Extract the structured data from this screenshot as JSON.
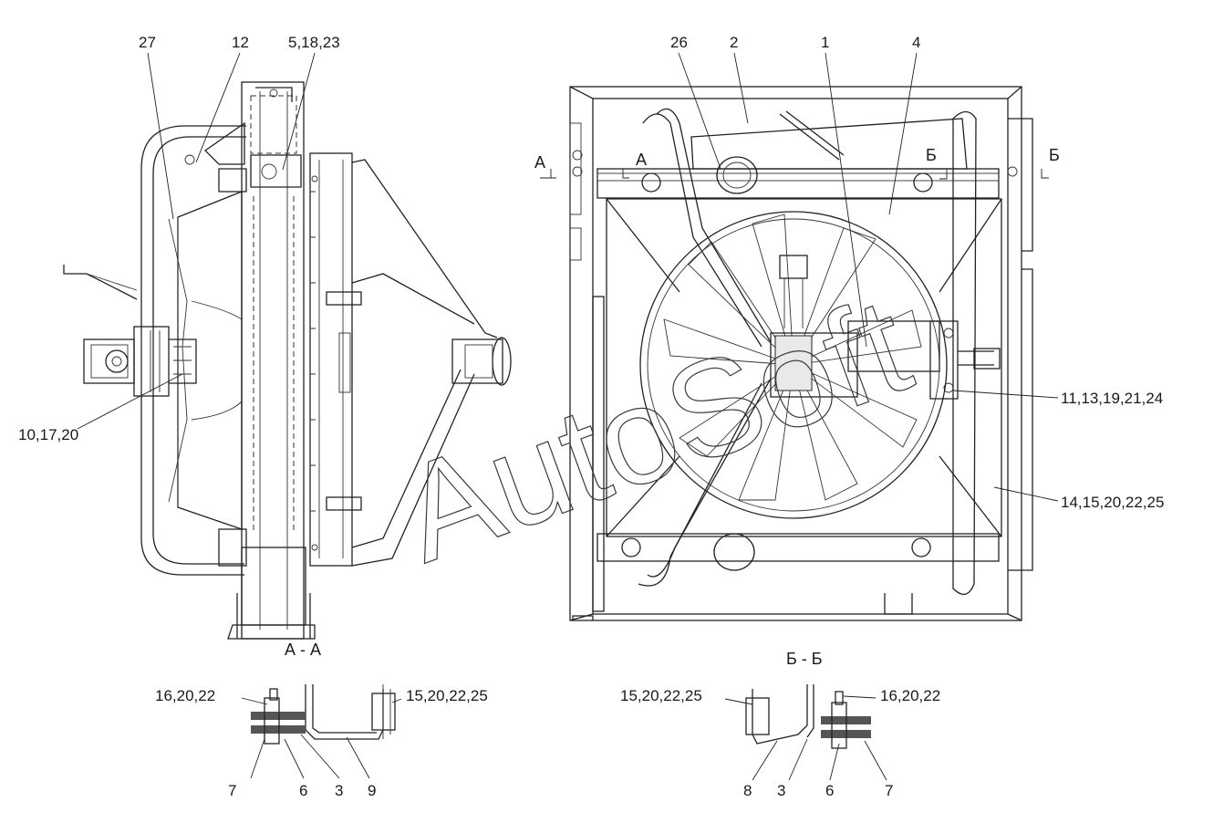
{
  "labels_left": [
    {
      "id": "lbl-27",
      "text": "27"
    },
    {
      "id": "lbl-12",
      "text": "12"
    },
    {
      "id": "lbl-5-18-23",
      "text": "5,18,23"
    },
    {
      "id": "lbl-10-17-20",
      "text": "10,17,20"
    }
  ],
  "labels_right": [
    {
      "id": "lbl-26",
      "text": "26"
    },
    {
      "id": "lbl-2",
      "text": "2"
    },
    {
      "id": "lbl-1",
      "text": "1"
    },
    {
      "id": "lbl-4",
      "text": "4"
    },
    {
      "id": "lbl-11-13-19-21-24",
      "text": "11,13,19,21,24"
    },
    {
      "id": "lbl-14-15-20-22-25",
      "text": "14,15,20,22,25"
    }
  ],
  "section_marks": {
    "a_left": "А",
    "a_right": "А",
    "b_left": "Б",
    "b_right": "Б"
  },
  "section_titles": {
    "aa": "А - А",
    "bb": "Б - Б"
  },
  "section_aa_labels": {
    "top_left": "16,20,22",
    "top_right": "15,20,22,25",
    "b7": "7",
    "b6": "6",
    "b3": "3",
    "b9": "9"
  },
  "section_bb_labels": {
    "top_left": "15,20,22,25",
    "top_right": "16,20,22",
    "b8": "8",
    "b3": "3",
    "b6": "6",
    "b7": "7"
  },
  "watermark": "AutoSoft"
}
